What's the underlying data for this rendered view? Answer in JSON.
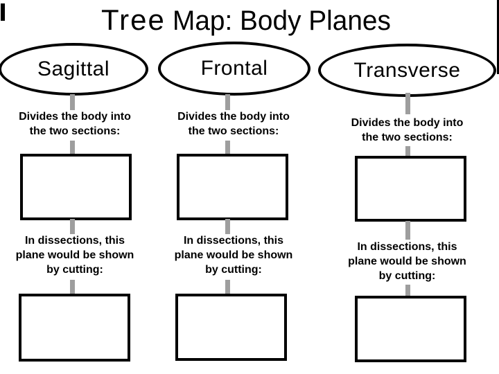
{
  "slide": {
    "title_part1": "Tree",
    "title_part2": "Map: Body Planes"
  },
  "colors": {
    "ink": "#000000",
    "connector": "#9e9e9e",
    "background": "#ffffff"
  },
  "columns": [
    {
      "heading": "Sagittal",
      "divides_line1": "Divides the body into",
      "divides_line2": "the two sections:",
      "dissect_line1": "In dissections, this",
      "dissect_line2": "plane would be shown",
      "dissect_line3": "by cutting:"
    },
    {
      "heading": "Frontal",
      "divides_line1": "Divides the body into",
      "divides_line2": "the two sections:",
      "dissect_line1": "In dissections, this",
      "dissect_line2": "plane would be shown",
      "dissect_line3": "by cutting:"
    },
    {
      "heading": "Transverse",
      "divides_line1": "Divides the body into",
      "divides_line2": "the two sections:",
      "dissect_line1": "In dissections, this",
      "dissect_line2": "plane would be shown",
      "dissect_line3": "by cutting:"
    }
  ]
}
